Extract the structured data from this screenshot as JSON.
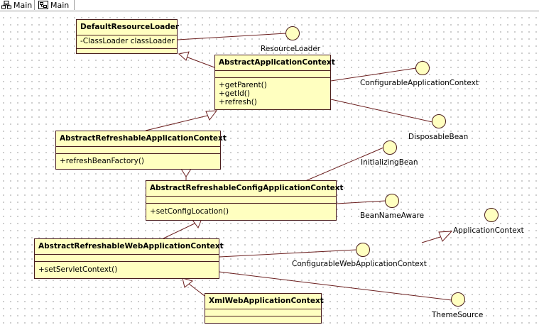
{
  "tabs": [
    {
      "label": "Main",
      "icon": "class-diagram-icon"
    },
    {
      "label": "Main",
      "icon": "class-diagram-icon"
    }
  ],
  "classes": {
    "default_resource_loader": {
      "name": "DefaultResourceLoader",
      "attributes": [
        "-ClassLoader classLoader"
      ],
      "operations": []
    },
    "abstract_application_context": {
      "name": "AbstractApplicationContext",
      "attributes": [],
      "operations": [
        "+getParent()",
        "+getId()",
        "+refresh()"
      ]
    },
    "abstract_refreshable_application_context": {
      "name": "AbstractRefreshableApplicationContext",
      "attributes": [],
      "operations": [
        "+refreshBeanFactory()"
      ]
    },
    "abstract_refreshable_config_application_context": {
      "name": "AbstractRefreshableConfigApplicationContext",
      "attributes": [],
      "operations": [
        "+setConfigLocation()"
      ]
    },
    "abstract_refreshable_web_application_context": {
      "name": "AbstractRefreshableWebApplicationContext",
      "attributes": [],
      "operations": [
        "+setServletContext()"
      ]
    },
    "xml_web_application_context": {
      "name": "XmlWebApplicationContext",
      "attributes": [],
      "operations": []
    }
  },
  "interfaces": {
    "resource_loader": "ResourceLoader",
    "configurable_application_context": "ConfigurableApplicationContext",
    "disposable_bean": "DisposableBean",
    "initializing_bean": "InitializingBean",
    "bean_name_aware": "BeanNameAware",
    "application_context": "ApplicationContext",
    "configurable_web_application_context": "ConfigurableWebApplicationContext",
    "theme_source": "ThemeSource"
  },
  "colors": {
    "class_fill": "#ffffc0",
    "class_border": "#4a1e1e",
    "link_line": "#6b1f1f"
  }
}
